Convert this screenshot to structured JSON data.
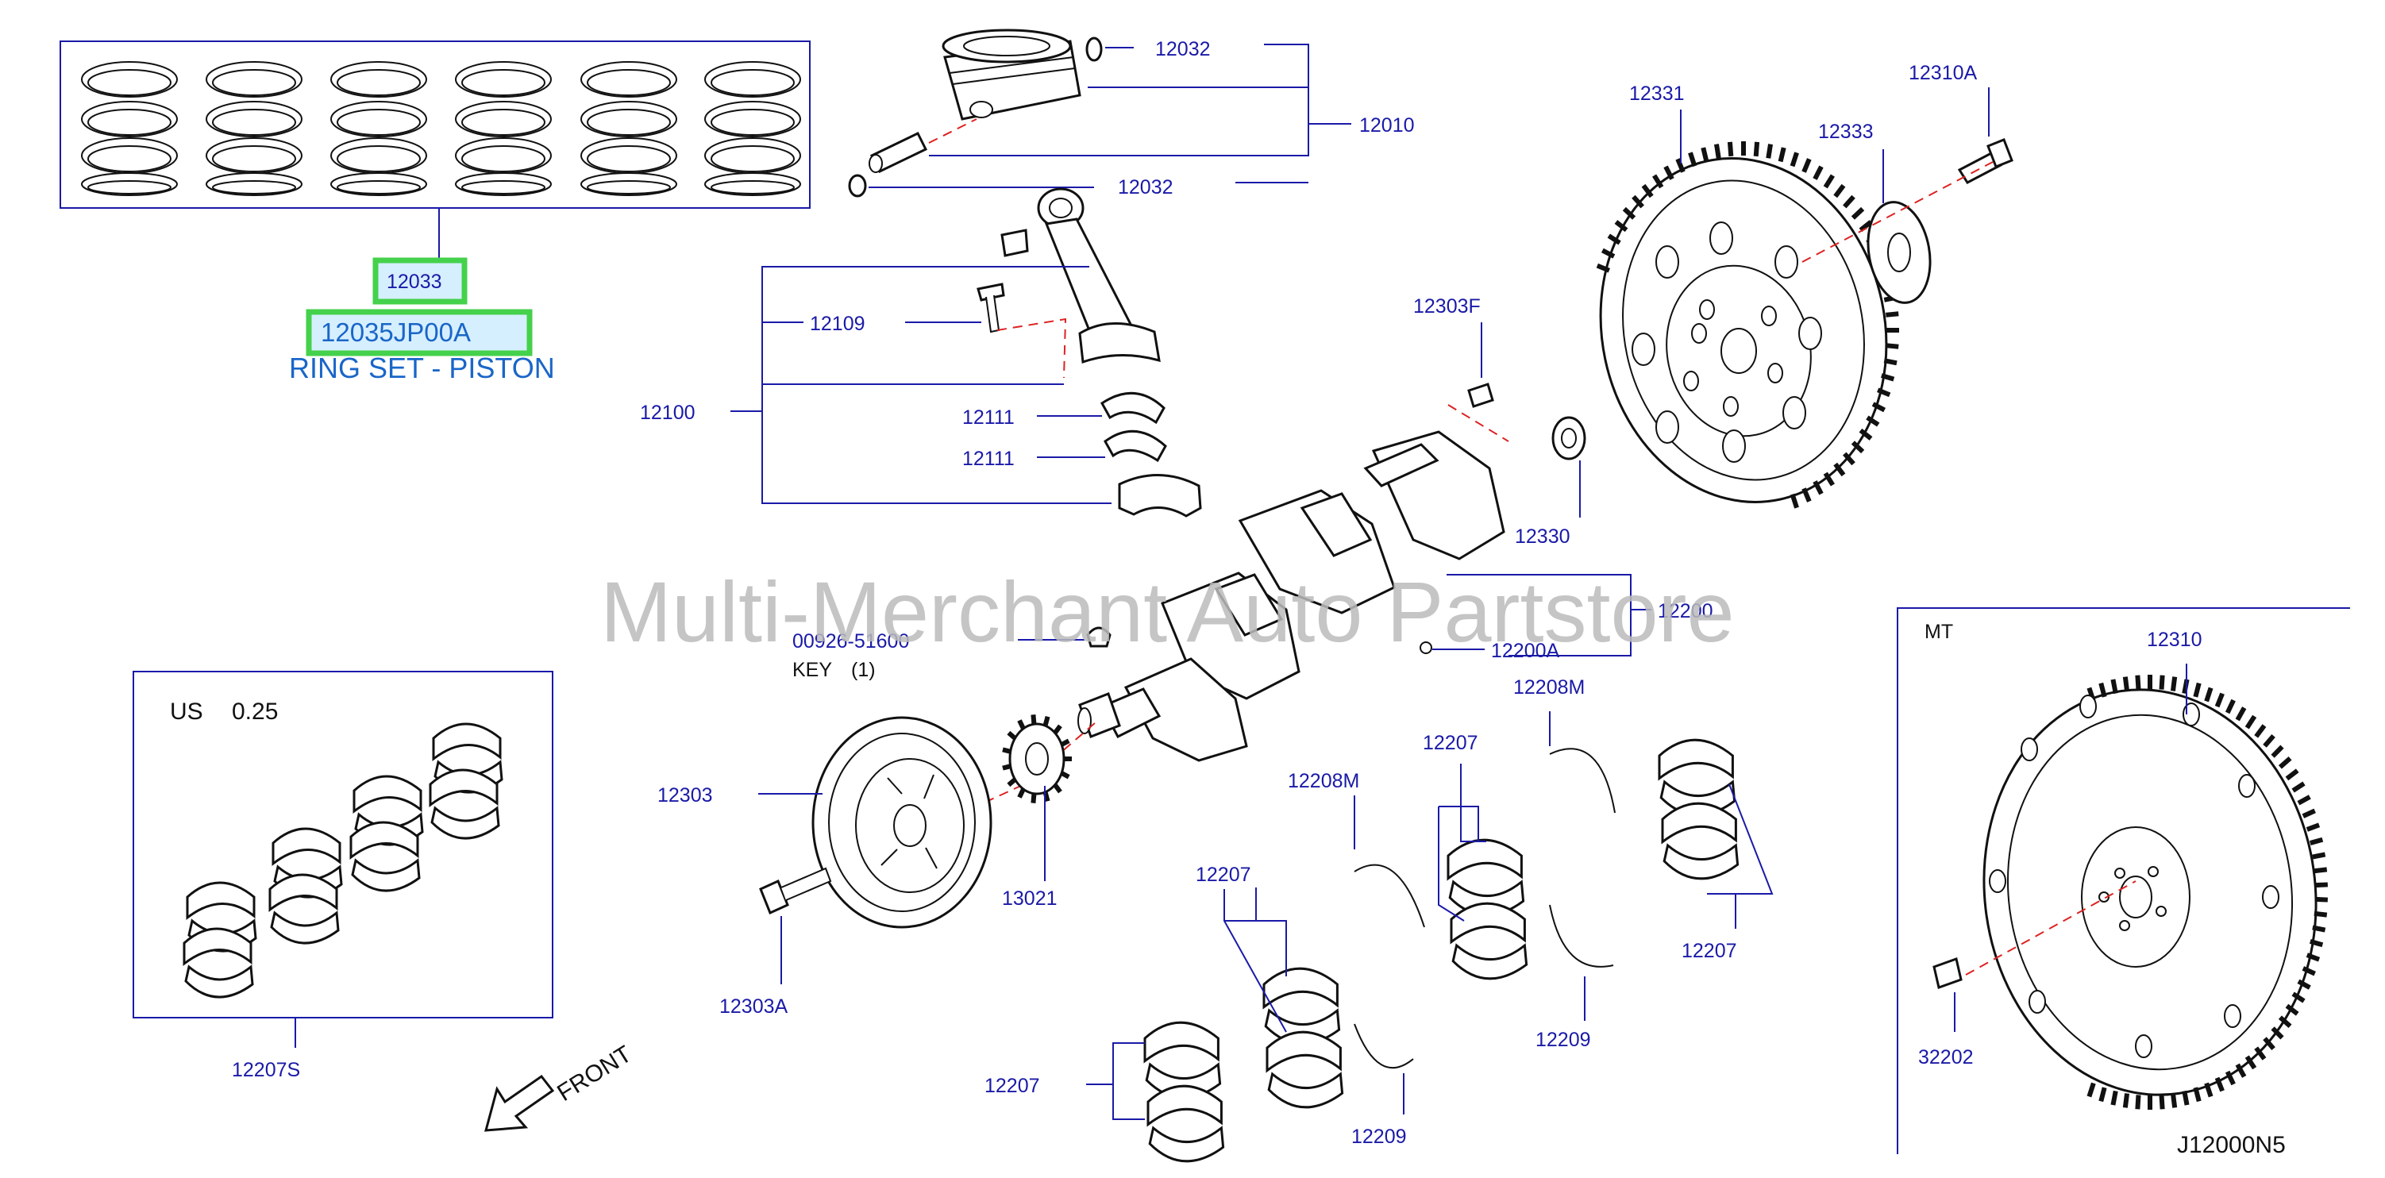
{
  "diagram": {
    "watermark": "Multi-Merchant Auto Partstore",
    "diagram_code": "J12000N5",
    "highlight": {
      "group_number": "12033",
      "part_number": "12035JP00A",
      "description": "RING SET - PISTON"
    },
    "labels": {
      "piston_pin_clip_top": "12032",
      "piston_assy": "12010",
      "piston_pin_clip_bottom": "12032",
      "conrod_bolt": "12109",
      "conrod_assy": "12100",
      "conrod_bearing_upper": "12111",
      "conrod_bearing_lower": "12111",
      "flywheel_at": "12331",
      "reinforcement_plate": "12333",
      "flywheel_bolt": "12310A",
      "crank_dowel": "12303F",
      "pilot_bushing": "12330",
      "crankshaft_assy": "12200",
      "crank_plug": "12200A",
      "key_part": "00926-51600",
      "key_text": "KEY",
      "key_qty": "(1)",
      "undersize": "US",
      "undersize_value": "0.25",
      "main_bearing_set": "12207S",
      "crank_pulley": "12303",
      "crank_sprocket": "13021",
      "pulley_bolt": "12303A",
      "front": "FRONT",
      "thrust_washer_a": "12208M",
      "thrust_washer_b": "12208M",
      "main_bearing_a": "12207",
      "main_bearing_b": "12207",
      "main_bearing_c": "12207",
      "main_bearing_d": "12207",
      "thrust_washer_c": "12209",
      "thrust_washer_d": "12209",
      "mt": "MT",
      "flywheel_mt": "12310",
      "pilot_converter": "32202"
    }
  },
  "colors": {
    "label_blue": "#1a1aa8",
    "highlight_text": "#1a66c8",
    "highlight_border": "#44d14b",
    "highlight_fill": "#d6efff",
    "axis_red": "#dd2222",
    "watermark_gray": "#bcbcbc"
  }
}
